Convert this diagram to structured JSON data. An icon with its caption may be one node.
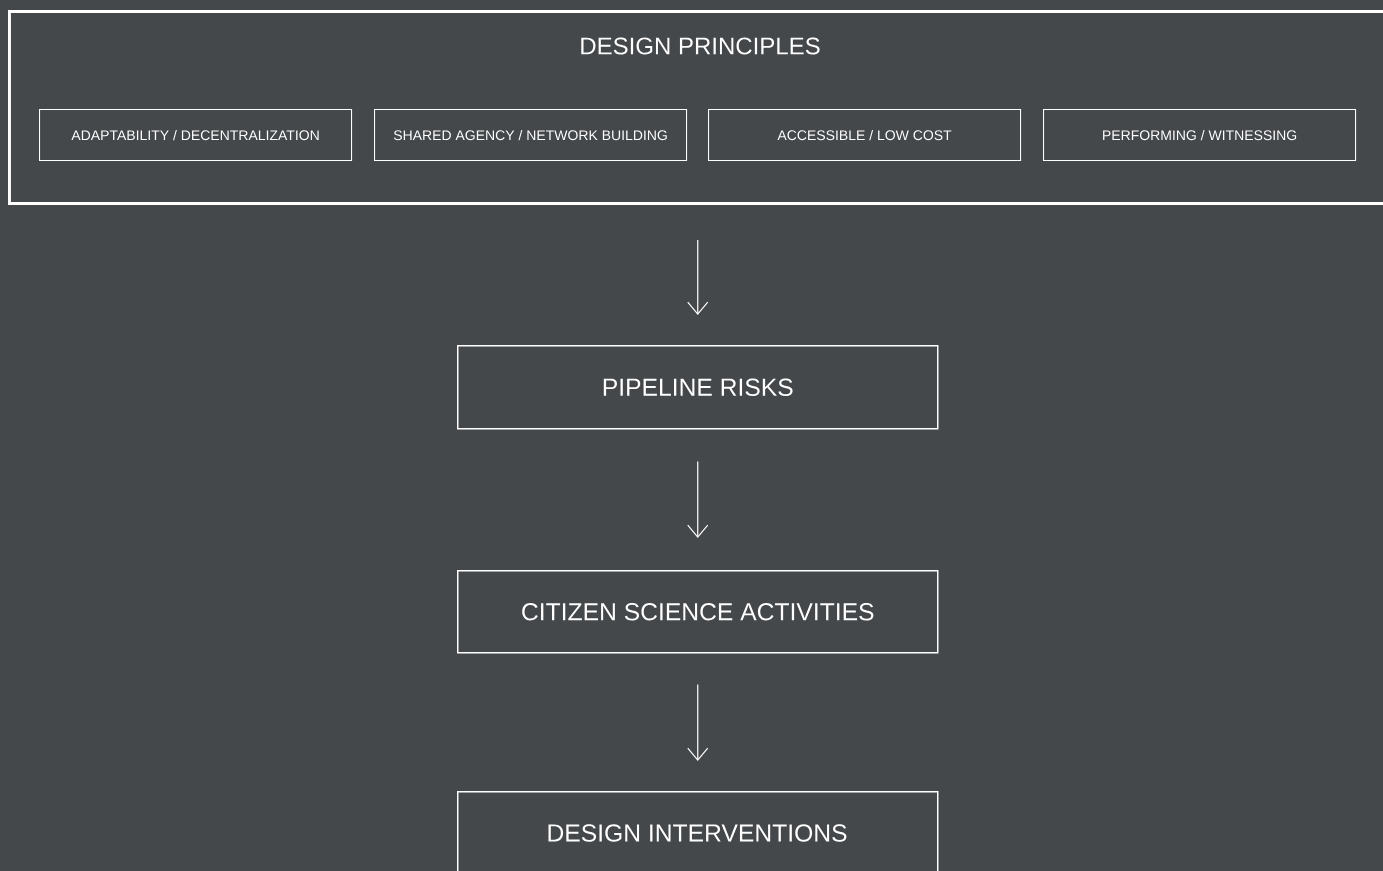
{
  "diagram": {
    "nodes": [
      {
        "text": [
          "DESIGN PRINCIPLES"
        ]
      },
      {
        "text": [
          "ADAPTABILITY / DECENTRALIZATION"
        ],
        "in": 0
      },
      {
        "text": [
          "SHARED AGENCY / NETWORK BUILDING"
        ],
        "in": 0
      },
      {
        "text": [
          "ACCESSIBLE / LOW COST"
        ],
        "in": 0
      },
      {
        "text": [
          "PERFORMING / WITNESSING"
        ],
        "in": 0
      },
      {
        "text": [
          "PIPELINE RISKS"
        ]
      },
      {
        "text": [
          "CITIZEN SCIENCE ACTIVITIES"
        ]
      },
      {
        "text": [
          "DESIGN INTERVENTIONS"
        ]
      }
    ],
    "edges": [
      {
        "from": 0,
        "to": 5,
        "arrow": "to"
      },
      {
        "from": 5,
        "to": 6,
        "arrow": "to"
      },
      {
        "from": 6,
        "to": 7,
        "arrow": "to"
      }
    ]
  }
}
